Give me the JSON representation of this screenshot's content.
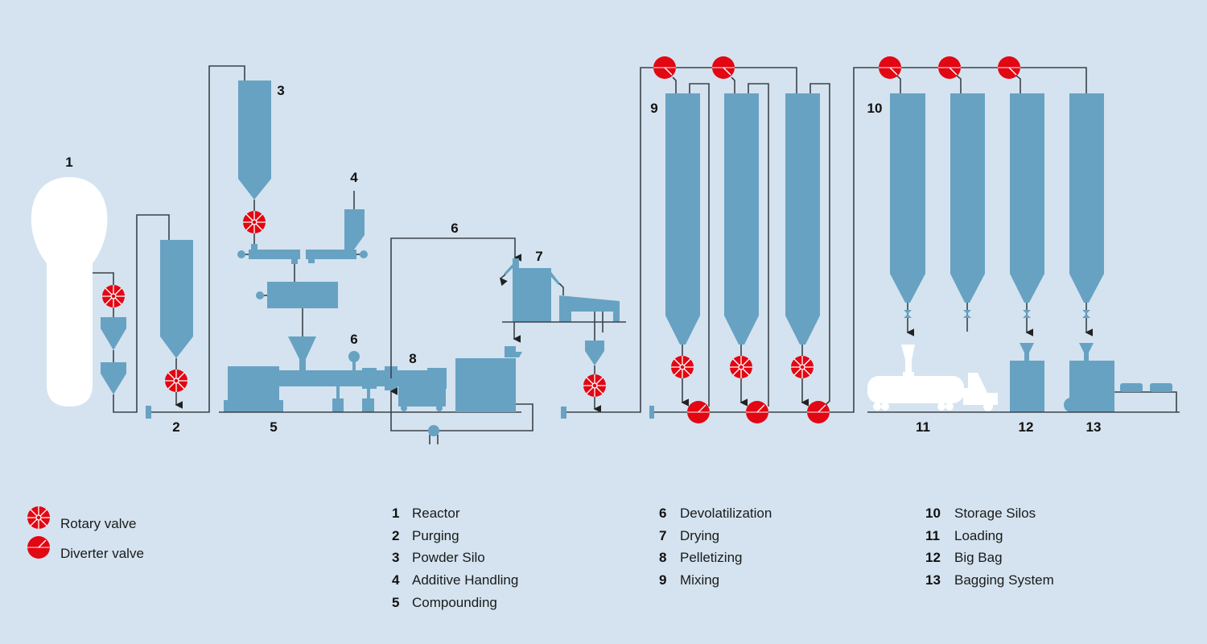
{
  "colors": {
    "background": "#d4e3ef",
    "equipment": "#67a2c3",
    "valve": "#e30613",
    "pipe": "#3c4248",
    "reactor": "#ffffff"
  },
  "diagram_labels": {
    "reactor": "1",
    "purging": "2",
    "powder_silo": "3",
    "additive_handling": "4",
    "compounding": "5",
    "devolatilization_top": "6",
    "devolatilization_extruder": "6",
    "drying": "7",
    "pelletizing": "8",
    "mixing": "9",
    "storage_silos": "10",
    "loading": "11",
    "big_bag": "12",
    "bagging_system": "13"
  },
  "legend": {
    "rotary_valve": "Rotary valve",
    "diverter_valve": "Diverter valve"
  },
  "steps": [
    {
      "num": "1",
      "label": "Reactor"
    },
    {
      "num": "2",
      "label": "Purging"
    },
    {
      "num": "3",
      "label": "Powder Silo"
    },
    {
      "num": "4",
      "label": "Additive Handling"
    },
    {
      "num": "5",
      "label": "Compounding"
    },
    {
      "num": "6",
      "label": "Devolatilization"
    },
    {
      "num": "7",
      "label": "Drying"
    },
    {
      "num": "8",
      "label": "Pelletizing"
    },
    {
      "num": "9",
      "label": "Mixing"
    },
    {
      "num": "10",
      "label": "Storage Silos"
    },
    {
      "num": "11",
      "label": "Loading"
    },
    {
      "num": "12",
      "label": "Big Bag"
    },
    {
      "num": "13",
      "label": "Bagging System"
    }
  ]
}
